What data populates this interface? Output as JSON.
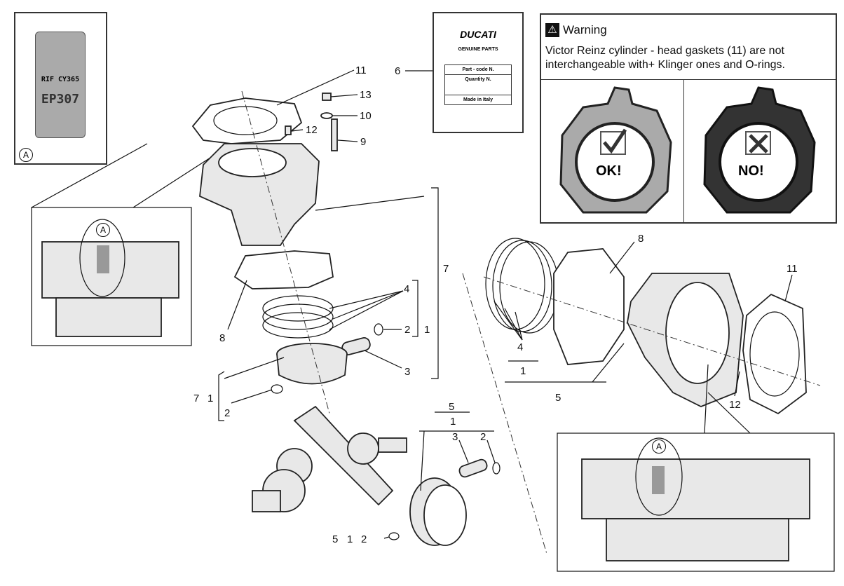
{
  "title": "Cylinder - piston assembly exploded diagram",
  "inset_a": {
    "tag_line1": "RIF  CY365",
    "tag_line2": "EP307",
    "marker": "A"
  },
  "label_card": {
    "brand": "DUCATI",
    "subtitle": "GENUINE PARTS",
    "rows": [
      "Part - code N.",
      "Quantity N.",
      "Made in Italy"
    ]
  },
  "warning": {
    "heading": "Warning",
    "text": "Victor Reinz cylinder - head gaskets (11) are not interchangeable with+ Klinger ones and O-rings.",
    "ok_label": "OK!",
    "no_label": "NO!"
  },
  "detail_markers": [
    "A",
    "A"
  ],
  "callouts": {
    "c11a": "11",
    "c13": "13",
    "c10": "10",
    "c12a": "12",
    "c9": "9",
    "c6": "6",
    "c7a": "7",
    "c4a": "4",
    "c2a": "2",
    "c1a": "1",
    "c3a": "3",
    "c8a": "8",
    "c7b": "7",
    "c1b": "1",
    "c2b": "2",
    "c5a": "5",
    "c1c": "1",
    "c3b": "3",
    "c2c": "2",
    "c5b": "5",
    "c1d": "1",
    "c2d": "2",
    "c8b": "8",
    "c11b": "11",
    "c4b": "4",
    "c1e": "1",
    "c5c": "5",
    "c12b": "12"
  }
}
